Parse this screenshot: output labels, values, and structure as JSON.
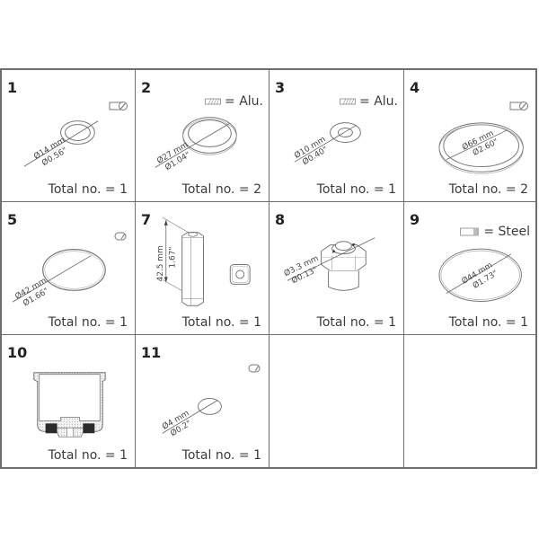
{
  "sheet": {
    "items": [
      {
        "number": "1",
        "total": "Total no. = 1",
        "material_label": "",
        "material_icon": "o-ring-icon",
        "dim_mm": "Ø14 mm",
        "dim_in": "Ø0.56\""
      },
      {
        "number": "2",
        "total": "Total no. = 2",
        "material_label": "= Alu.",
        "material_icon": "aluminium-hatch-icon",
        "dim_mm": "Ø27 mm",
        "dim_in": "Ø1.04\""
      },
      {
        "number": "3",
        "total": "Total no. = 1",
        "material_label": "= Alu.",
        "material_icon": "aluminium-hatch-icon",
        "dim_mm": "Ø10 mm",
        "dim_in": "Ø0.40\""
      },
      {
        "number": "4",
        "total": "Total no. = 2",
        "material_label": "",
        "material_icon": "o-ring-icon",
        "dim_mm": "Ø66 mm",
        "dim_in": "Ø2.60\""
      },
      {
        "number": "5",
        "total": "Total no. = 1",
        "material_label": "",
        "material_icon": "o-ring-icon",
        "dim_mm": "Ø42 mm",
        "dim_in": "Ø1.66\""
      },
      {
        "number": "7",
        "total": "Total no. = 1",
        "material_label": "",
        "material_icon": "",
        "dim_mm": "42.5 mm",
        "dim_in": "1.67\""
      },
      {
        "number": "8",
        "total": "Total no. = 1",
        "material_label": "",
        "material_icon": "",
        "dim_mm": "Ø3.3 mm",
        "dim_in": "Ø0.13\""
      },
      {
        "number": "9",
        "total": "Total no. = 1",
        "material_label": "= Steel",
        "material_icon": "steel-icon",
        "dim_mm": "Ø44 mm",
        "dim_in": "Ø1.73\""
      },
      {
        "number": "10",
        "total": "Total no. = 1",
        "material_label": "",
        "material_icon": "",
        "dim_mm": "",
        "dim_in": ""
      },
      {
        "number": "11",
        "total": "Total no. = 1",
        "material_label": "",
        "material_icon": "o-ring-icon",
        "dim_mm": "Ø4 mm",
        "dim_in": "Ø0.2\""
      }
    ]
  },
  "colors": {
    "line": "#6e6e6e",
    "text": "#3a3a3a",
    "seal": "#2a2a2a"
  }
}
